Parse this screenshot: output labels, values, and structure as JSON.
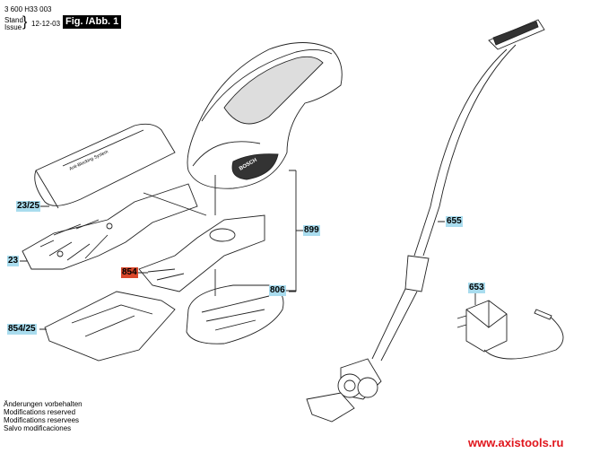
{
  "header": {
    "part_number": "3 600 H33 003",
    "stand": "Stand",
    "issue": "Issue",
    "date": "12-12-03",
    "figure": "Fig. /Abb. 1"
  },
  "parts": {
    "p23_25": "23/25",
    "p23": "23",
    "p854": "854",
    "p854_25": "854/25",
    "p806": "806",
    "p899": "899",
    "p655": "655",
    "p653": "653"
  },
  "device_brand": "BOSCH",
  "cover_text": "Anti-Blocking System",
  "footer": {
    "lines": [
      "Änderungen vorbehalten",
      "Modifications reserved",
      "Modifications reservees",
      "Salvo modificaciones"
    ],
    "url": "www.axistools.ru"
  },
  "colors": {
    "label_bg": "#a9dcee",
    "highlight": "#d9472b",
    "url": "#e0161d"
  }
}
